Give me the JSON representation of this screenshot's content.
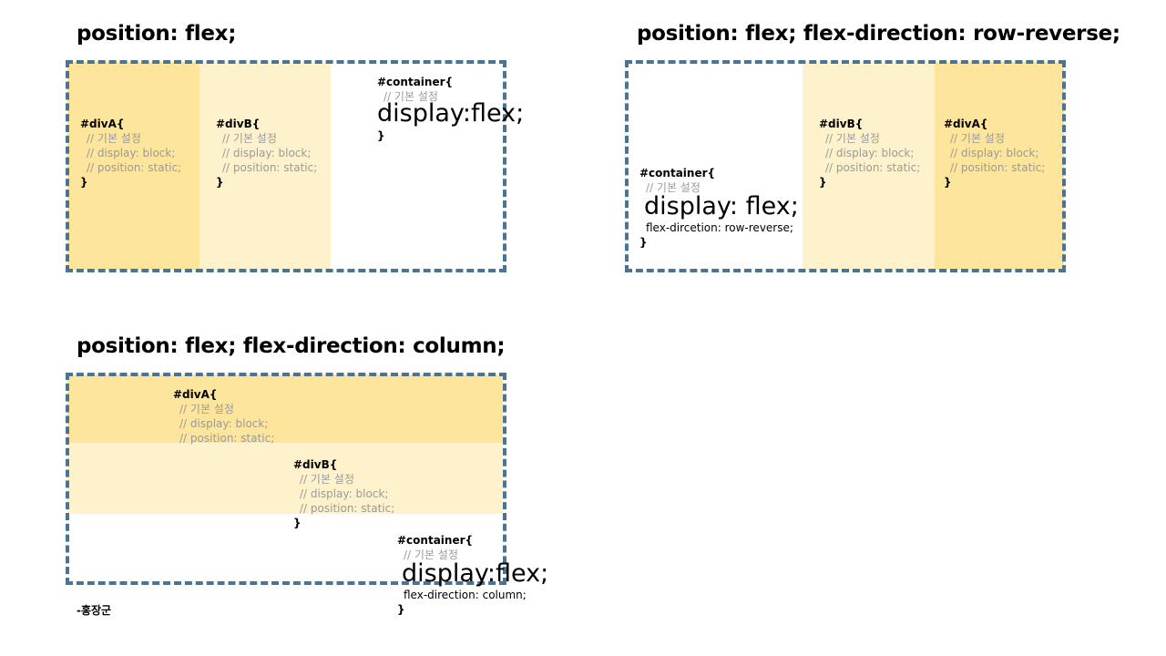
{
  "diagram1": {
    "title": "position: flex;",
    "divA": {
      "header": "#divA{",
      "comments": [
        "// 기본 설정",
        "// display: block;",
        "// position: static;"
      ],
      "close": "}"
    },
    "divB": {
      "header": "#divB{",
      "comments": [
        "// 기본 설정",
        "// display: block;",
        "// position: static;"
      ],
      "close": "}"
    },
    "container": {
      "header": "#container{",
      "comment": "// 기본 설정",
      "big": "display:flex;",
      "close": "}"
    }
  },
  "diagram2": {
    "title": "position: flex; flex-direction:  row-reverse;",
    "divA": {
      "header": "#divA{",
      "comments": [
        "// 기본 설정",
        "// display: block;",
        "// position: static;"
      ],
      "close": "}"
    },
    "divB": {
      "header": "#divB{",
      "comments": [
        "// 기본 설정",
        "// display: block;",
        "// position: static;"
      ],
      "close": "}"
    },
    "container": {
      "header": "#container{",
      "comment": "// 기본 설정",
      "big": "display: flex;",
      "extra": "flex-dircetion: row-reverse;",
      "close": "}"
    }
  },
  "diagram3": {
    "title": "position: flex; flex-direction: column;",
    "divA": {
      "header": "#divA{",
      "comments": [
        "// 기본 설정",
        "// display: block;",
        "// position: static;"
      ]
    },
    "divB": {
      "header": "#divB{",
      "comments": [
        "// 기본 설정",
        "// display: block;",
        "// position: static;"
      ],
      "close": "}"
    },
    "container": {
      "header": "#container{",
      "comment": "// 기본 설정",
      "big": "display:flex;",
      "extra": "flex-direction: column;",
      "close": "}"
    }
  },
  "author": "-홍장군",
  "colors": {
    "border": "#4a7394",
    "divA": "#fde59b",
    "divB": "#fef2cc",
    "comment": "#9a9a9a"
  }
}
